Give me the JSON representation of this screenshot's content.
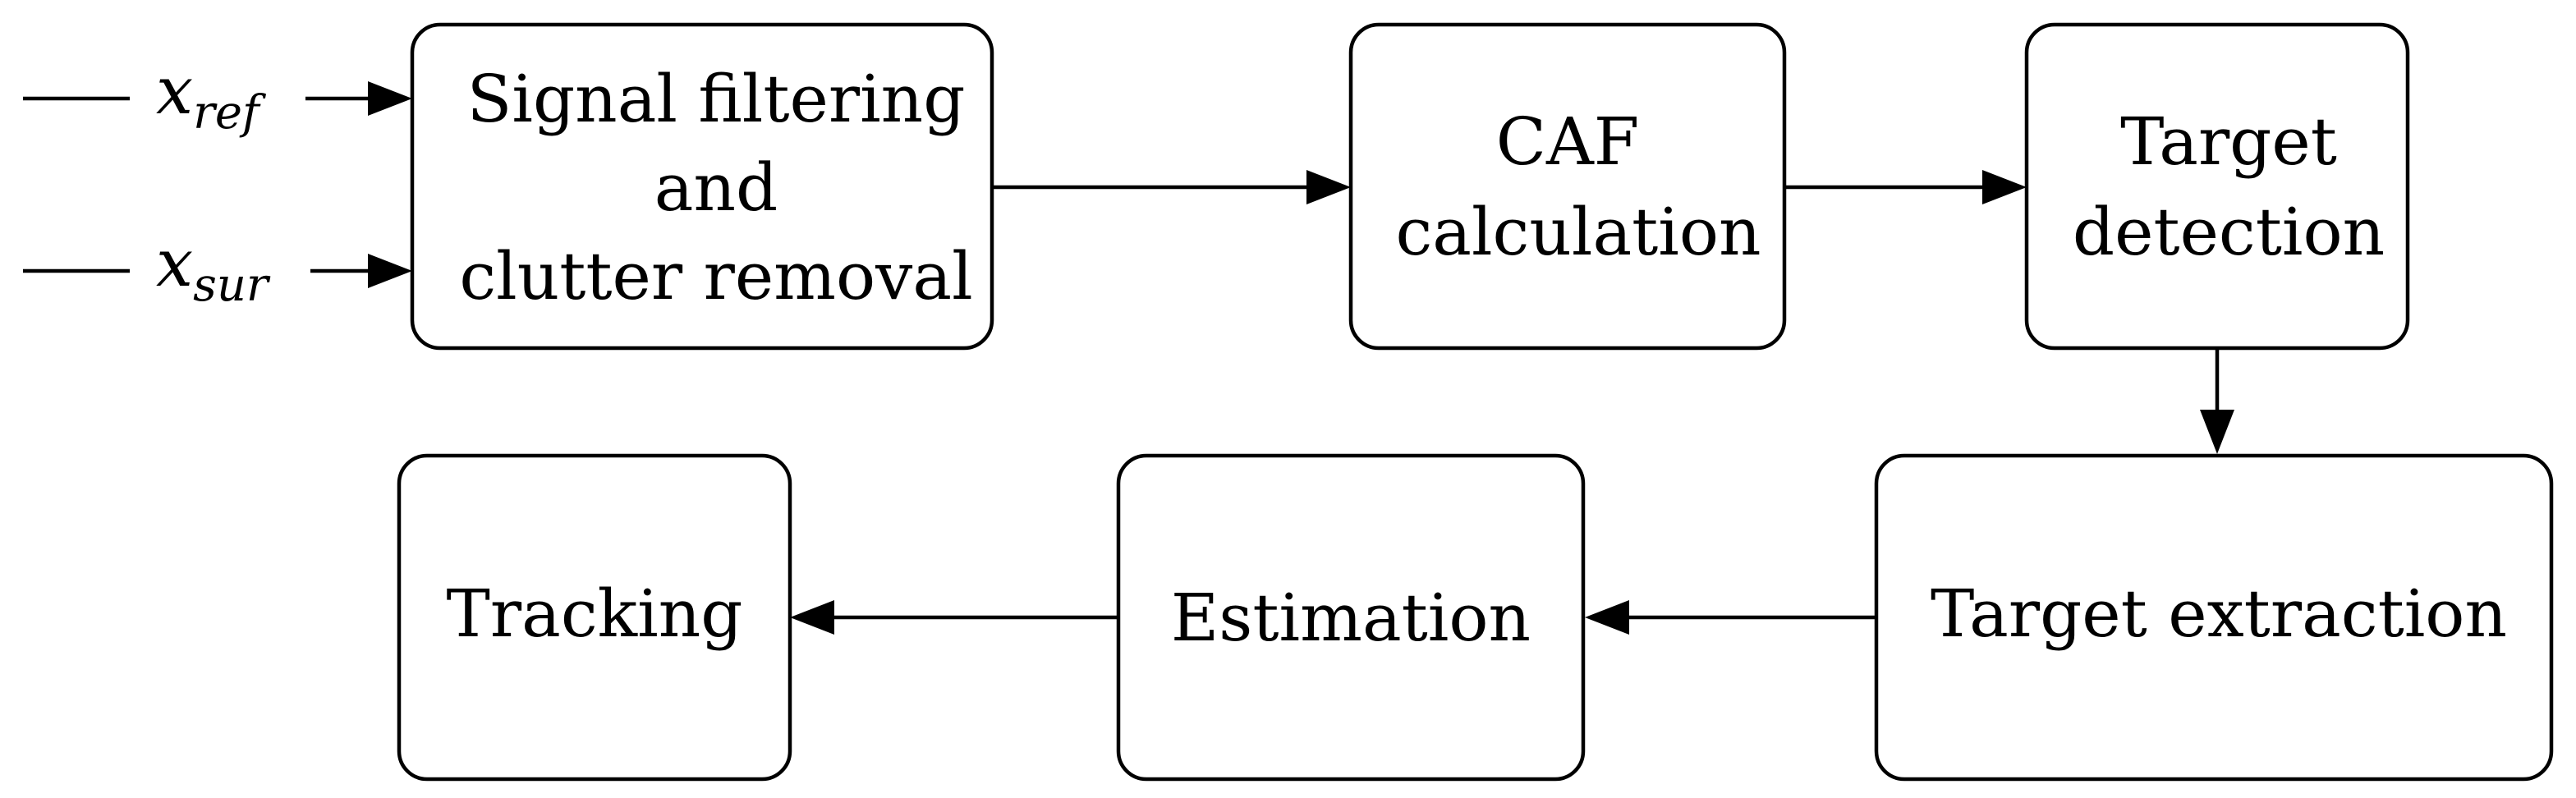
{
  "inputs": {
    "ref": {
      "symbol": "x",
      "subscript": "ref"
    },
    "sur": {
      "symbol": "x",
      "subscript": "sur"
    }
  },
  "blocks": {
    "filtering": {
      "lines": [
        "Signal filtering",
        "and",
        "clutter removal"
      ]
    },
    "caf": {
      "lines": [
        "CAF",
        "calculation"
      ]
    },
    "detection": {
      "lines": [
        "Target",
        "detection"
      ]
    },
    "extraction": {
      "lines": [
        "Target extraction"
      ]
    },
    "estimation": {
      "lines": [
        "Estimation"
      ]
    },
    "tracking": {
      "lines": [
        "Tracking"
      ]
    }
  }
}
